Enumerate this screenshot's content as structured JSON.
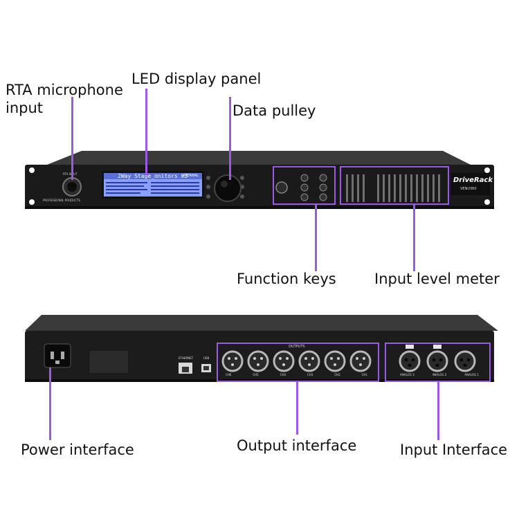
{
  "labels": {
    "rta_line1": "RTA microphone",
    "rta_line2": "input",
    "led_display": "LED display panel",
    "data_pulley": "Data pulley",
    "function_keys": "Function keys",
    "input_level_meter": "Input level meter",
    "power_interface": "Power interface",
    "output_interface": "Output interface",
    "input_interface": "Input Interface"
  },
  "device": {
    "lcd_text": "2Way Stage_onitors x3",
    "lcd_status": "INTERNAL",
    "logo_main": "DriveRack",
    "logo_sub": "VENU360",
    "front_brand": "PROFESSIONAL PRODUCTS",
    "rta_jack_label": "RTA INPUT",
    "outputs_label": "OUTPUTS",
    "output_channels": [
      "CH6",
      "CH5",
      "CH4",
      "CH3",
      "CH2",
      "CH1"
    ],
    "input_labels": [
      "ANALOG 3",
      "ANALOG 2",
      "ANALOG 1"
    ],
    "ethernet_label": "ETHERNET",
    "usb_label": "USB"
  },
  "colors": {
    "accent": "#9b59e6",
    "chassis": "#1c1c1c",
    "lcd": "#8aa0ff"
  }
}
